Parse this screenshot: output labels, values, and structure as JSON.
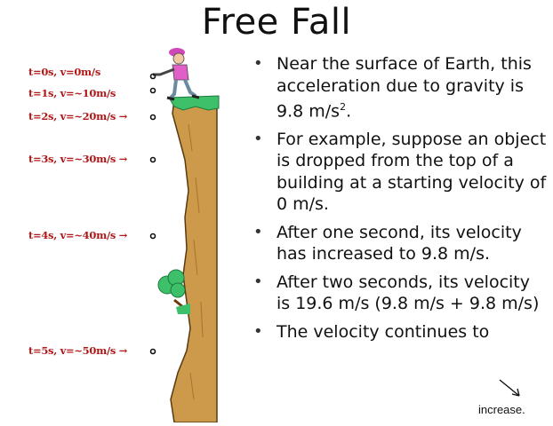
{
  "title": "Free Fall",
  "time_labels": [
    {
      "text": "t=0s, v=0m/s"
    },
    {
      "text": "t=1s, v=~10m/s"
    },
    {
      "text": "t=2s, v=~20m/s →"
    },
    {
      "text": "t=3s, v=~30m/s →"
    },
    {
      "text": "t=4s, v=~40m/s →"
    },
    {
      "text": "t=5s, v=~50m/s →"
    }
  ],
  "bullets": [
    {
      "text_a": "Near the surface of Earth, this acceleration due to gravity is 9.8 m/s",
      "sup": "2",
      "text_b": "."
    },
    {
      "text_a": "For example, suppose an object is dropped from the top of a building at a starting velocity of 0 m/s.",
      "sup": "",
      "text_b": ""
    },
    {
      "text_a": "After one second, its velocity has increased to 9.8 m/s.",
      "sup": "",
      "text_b": ""
    },
    {
      "text_a": "After two seconds, its velocity is 19.6 m/s (9.8 m/s + 9.8 m/s)",
      "sup": "",
      "text_b": ""
    },
    {
      "text_a": "The velocity continues to",
      "sup": "",
      "text_b": ""
    }
  ],
  "bullet_char": "•",
  "increase_text": "increase.",
  "colors": {
    "label_red": "#b01818",
    "cliff": "#cc9a4a",
    "grass": "#3ec06a",
    "person_shirt": "#e060c8"
  }
}
